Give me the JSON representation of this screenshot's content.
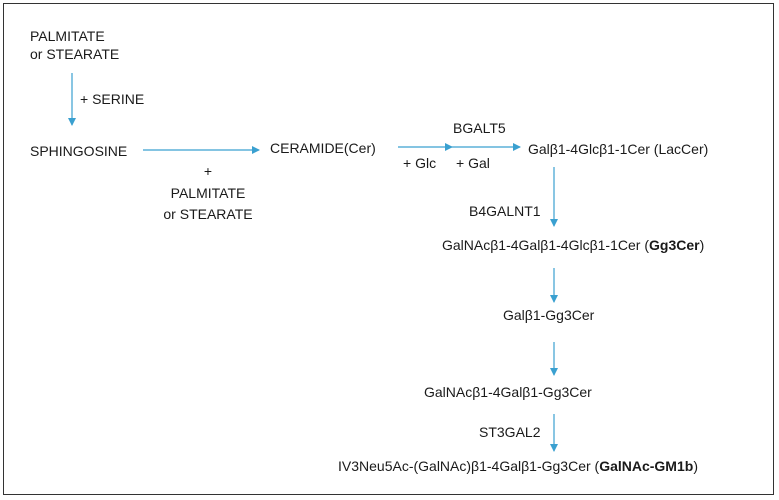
{
  "accent_color": "#3aa0d0",
  "nodes": {
    "palmitate_top_line1": "PALMITATE",
    "palmitate_top_line2": "or STEARATE",
    "serine": "+ SERINE",
    "sphingosine": "SPHINGOSINE",
    "plus": "+",
    "palmitate_bottom_line1": "PALMITATE",
    "palmitate_bottom_line2": "or STEARATE",
    "ceramide": "CERAMIDE(Cer)",
    "enzyme_bgalt5": "BGALT5",
    "glc": "+ Glc",
    "gal": "+ Gal",
    "laccer": "Galβ1-4Glcβ1-1Cer (LacCer)",
    "enzyme_b4galnt1": "B4GALNT1",
    "gg3cer_main": "GalNAcβ1-4Galβ1-4Glcβ1-1Cer (",
    "gg3cer_bold": "Gg3Cer",
    "gg3cer_close": ")",
    "gal_gg3cer": "Galβ1-Gg3Cer",
    "galnac_gal_gg3cer": "GalNAcβ1-4Galβ1-Gg3Cer",
    "enzyme_st3gal2": "ST3GAL2",
    "gm1b_main": "IV3Neu5Ac-(GalNAc)β1-4Galβ1-Gg3Cer (",
    "gm1b_bold": "GalNAc-GM1b",
    "gm1b_close": ")"
  }
}
